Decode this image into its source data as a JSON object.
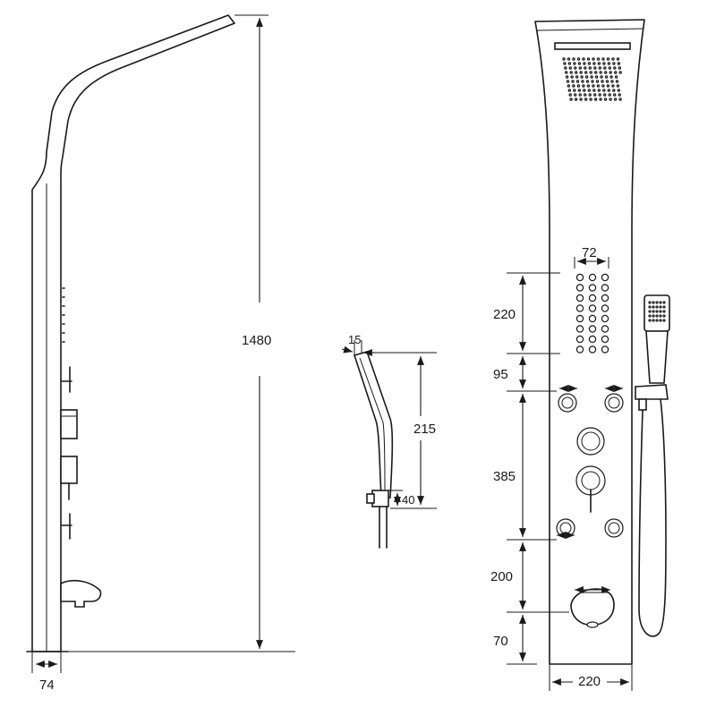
{
  "dimensions": {
    "side_width": "74",
    "total_height": "1480",
    "handset_thickness": "15",
    "handset_length": "215",
    "handset_holder": "40",
    "jets_block": "72",
    "gap_top": "220",
    "gap_jets_to_body": "95",
    "body_jets_span": "385",
    "gap_to_spout": "200",
    "bottom_gap": "70",
    "front_width": "220"
  }
}
